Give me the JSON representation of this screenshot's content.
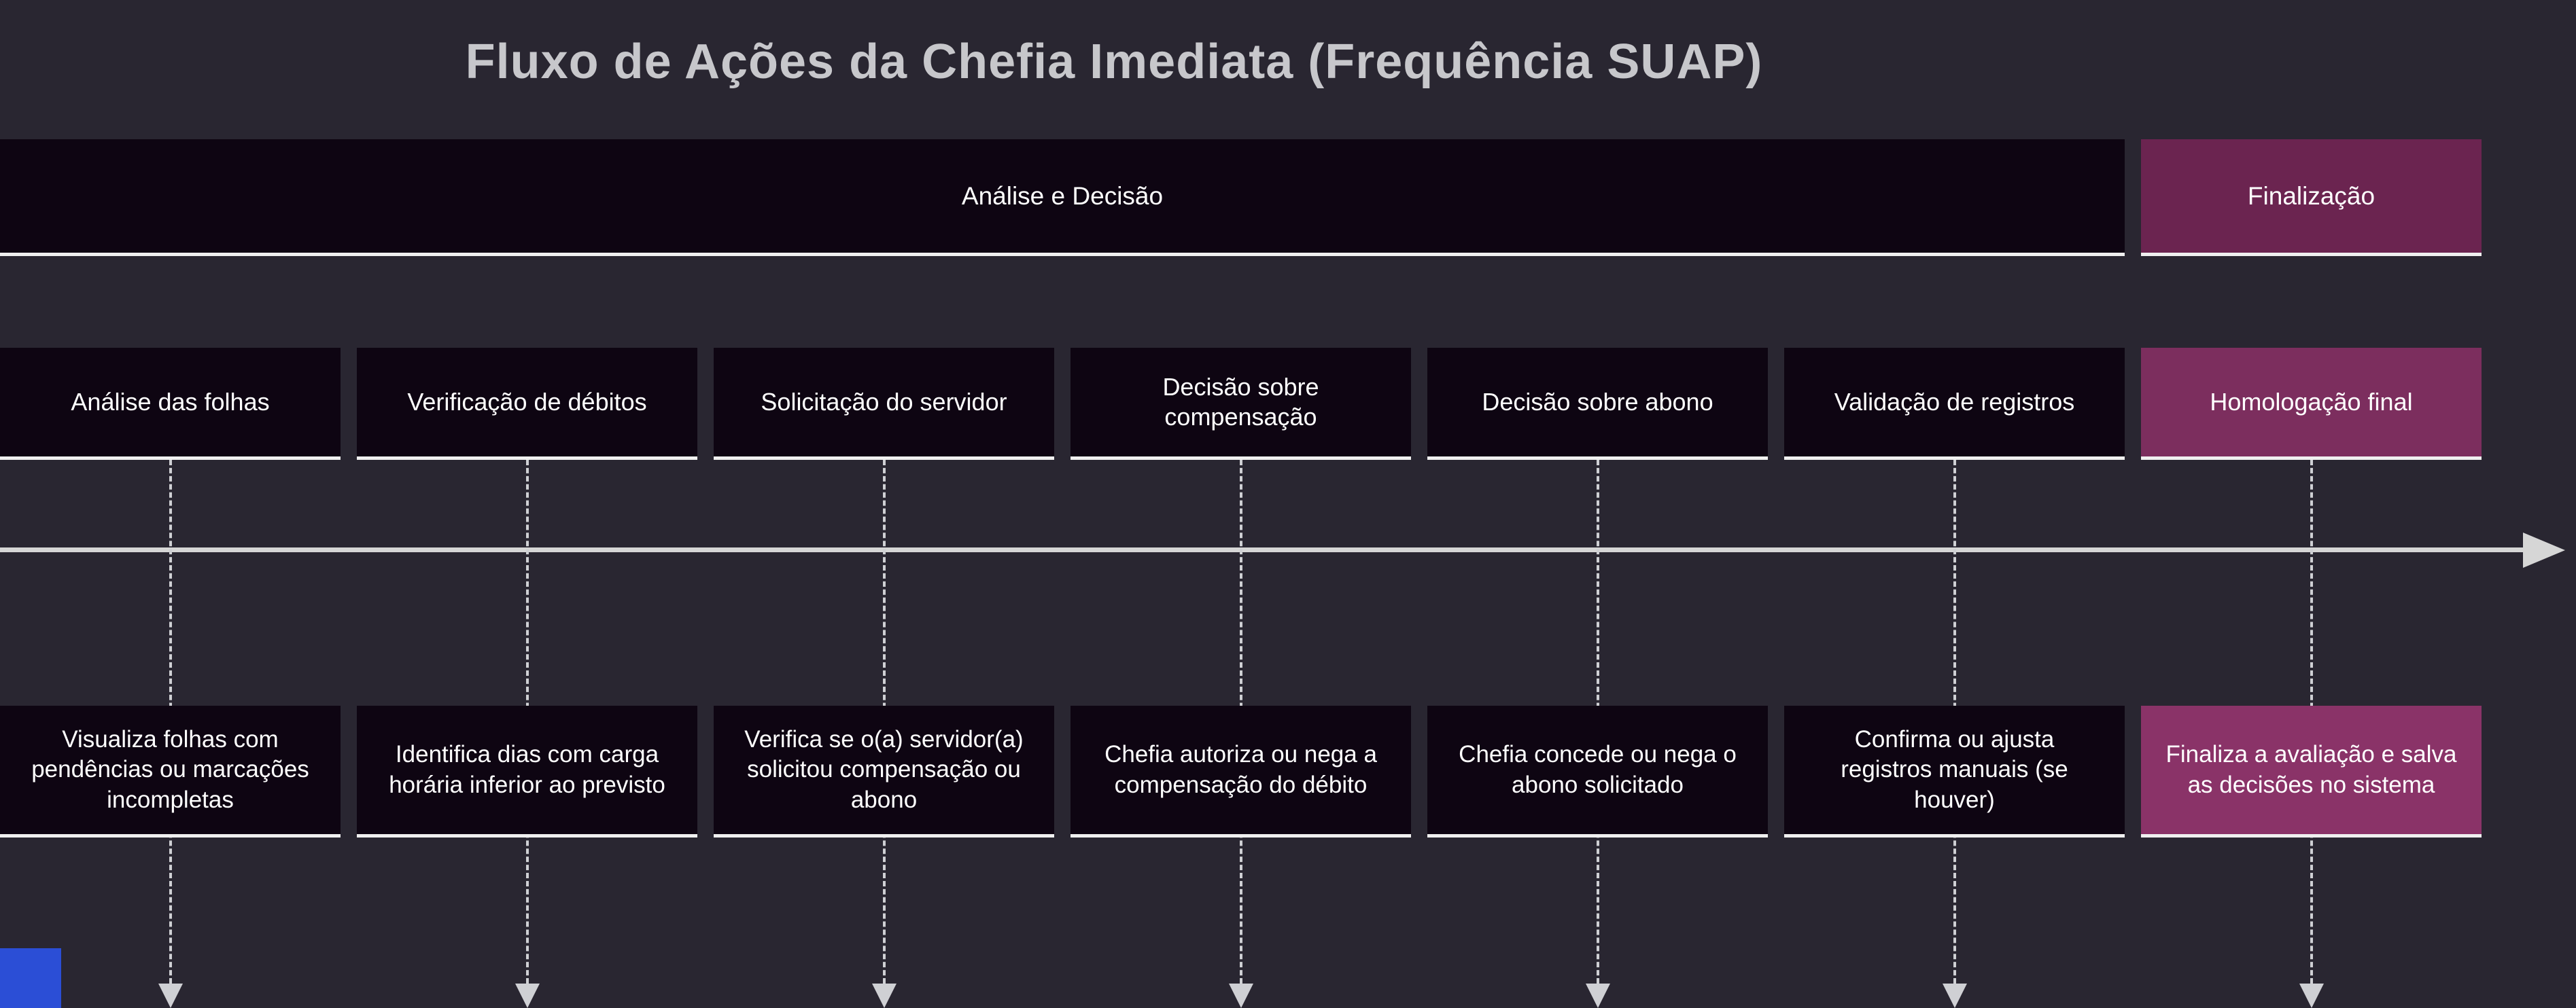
{
  "title": "Fluxo de Ações da Chefia Imediata (Frequência SUAP)",
  "colors": {
    "background": "#292631",
    "box_dark": "#0e0512",
    "accent_section": "#6b2450",
    "accent_task": "#7c2e5e",
    "accent_detail": "#8a3368",
    "axis": "#d6d6d6",
    "connector": "#cfd0d4",
    "box_underline": "#f0f0f0",
    "text": "#ffffff",
    "title_text": "#c7c7cb",
    "partial_box": "#2b4ed6"
  },
  "sections": [
    {
      "label": "Análise e Decisão",
      "variant": "dark",
      "span": 6
    },
    {
      "label": "Finalização",
      "variant": "accent",
      "span": 1
    }
  ],
  "columns": [
    {
      "task": "Análise das folhas",
      "detail": "Visualiza folhas com pendências ou marcações incompletas",
      "variant": "dark"
    },
    {
      "task": "Verificação de débitos",
      "detail": "Identifica dias com carga horária inferior ao previsto",
      "variant": "dark"
    },
    {
      "task": "Solicitação do servidor",
      "detail": "Verifica se o(a) servidor(a) solicitou compensação ou abono",
      "variant": "dark"
    },
    {
      "task": "Decisão sobre compensação",
      "detail": "Chefia autoriza ou nega a compensação do débito",
      "variant": "dark"
    },
    {
      "task": "Decisão sobre abono",
      "detail": "Chefia concede ou nega o abono solicitado",
      "variant": "dark"
    },
    {
      "task": "Validação de registros",
      "detail": "Confirma ou ajusta registros manuais (se houver)",
      "variant": "dark"
    },
    {
      "task": "Homologação final",
      "detail": "Finaliza a avaliação e salva as decisões no sistema",
      "variant": "accent"
    }
  ]
}
